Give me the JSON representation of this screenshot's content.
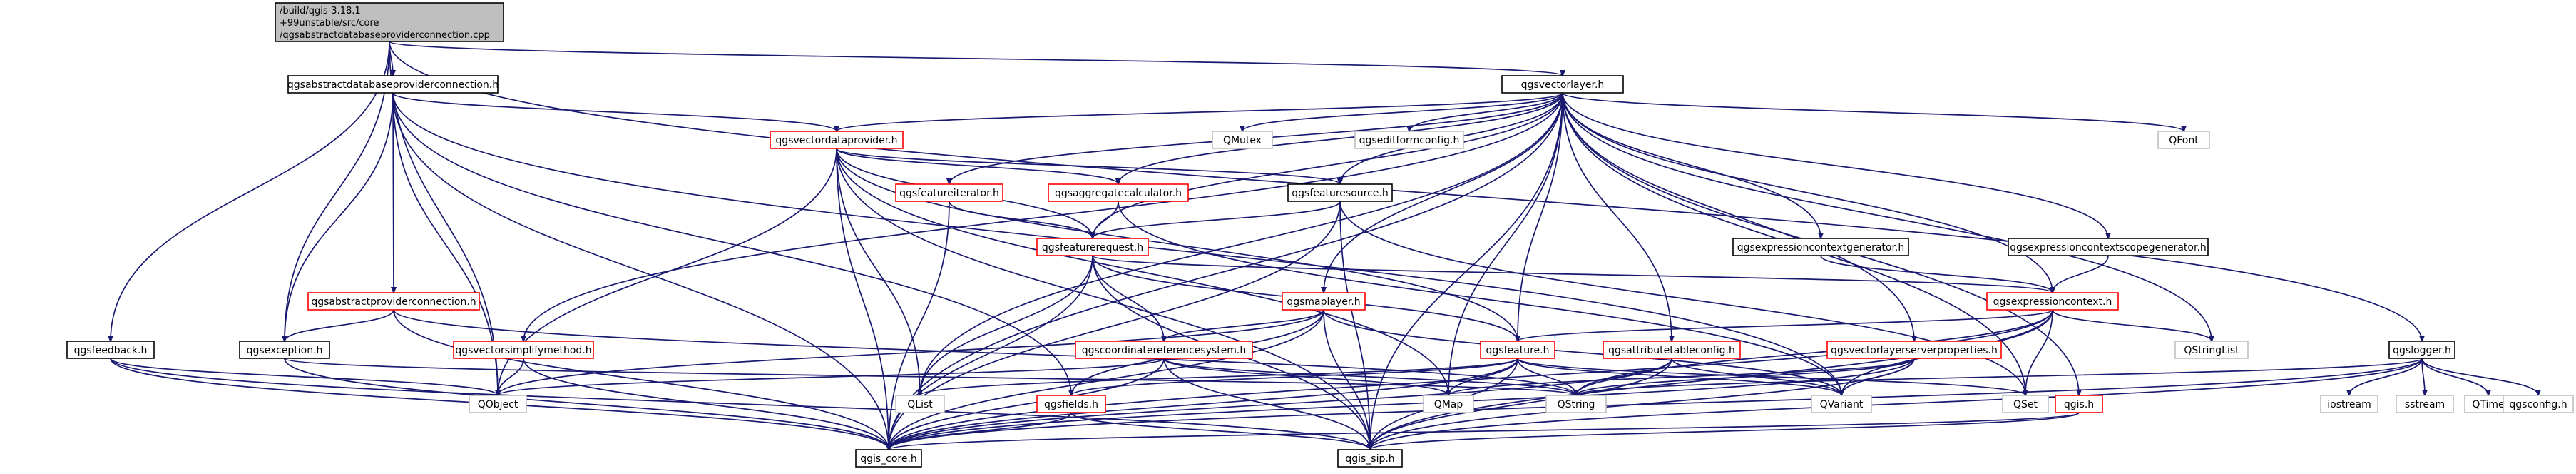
{
  "diagram": {
    "root": {
      "lines": [
        "/build/qgis-3.18.1",
        "+99unstable/src/core",
        "/qgsabstractdatabaseproviderconnection.cpp"
      ]
    },
    "nodes": {
      "qgsabstractdatabaseproviderconnection_h": "qgsabstractdatabaseproviderconnection.h",
      "qgsvectorlayer_h": "qgsvectorlayer.h",
      "qgslogger_h": "qgslogger.h",
      "qgsfeedback_h": "qgsfeedback.h",
      "qgsexception_h": "qgsexception.h",
      "qgsabstractproviderconnection_h": "qgsabstractproviderconnection.h",
      "qgsvectordataprovider_h": "qgsvectordataprovider.h",
      "qgsfeatureiterator_h": "qgsfeatureiterator.h",
      "qgsaggregatecalculator_h": "qgsaggregatecalculator.h",
      "qgsfeaturesource_h": "qgsfeaturesource.h",
      "qgsfeaturerequest_h": "qgsfeaturerequest.h",
      "qgsmaplayer_h": "qgsmaplayer.h",
      "qgscoordinatereferencesystem_h": "qgscoordinatereferencesystem.h",
      "qgsvectorsimplifymethod_h": "qgsvectorsimplifymethod.h",
      "qgsfeature_h": "qgsfeature.h",
      "qgsattributetableconfig_h": "qgsattributetableconfig.h",
      "qgsvectorlayerserverproperties_h": "qgsvectorlayerserverproperties.h",
      "qgsexpressioncontextgenerator_h": "qgsexpressioncontextgenerator.h",
      "qgsexpressioncontextscopegenerator_h": "qgsexpressioncontextscopegenerator.h",
      "qgsexpressioncontext_h": "qgsexpressioncontext.h",
      "qgsfields_h": "qgsfields.h",
      "qgis_h": "qgis.h",
      "qgis_core_h": "qgis_core.h",
      "qgis_sip_h": "qgis_sip.h",
      "QObject": "QObject",
      "QList": "QList",
      "QMap": "QMap",
      "QString": "QString",
      "QVariant": "QVariant",
      "QSet": "QSet",
      "QMutex": "QMutex",
      "qgseditformconfig_h": "qgseditformconfig.h",
      "QFont": "QFont",
      "QStringList": "QStringList",
      "iostream": "iostream",
      "sstream": "sstream",
      "QTime": "QTime",
      "qgsconfig_h": "qgsconfig.h"
    }
  }
}
